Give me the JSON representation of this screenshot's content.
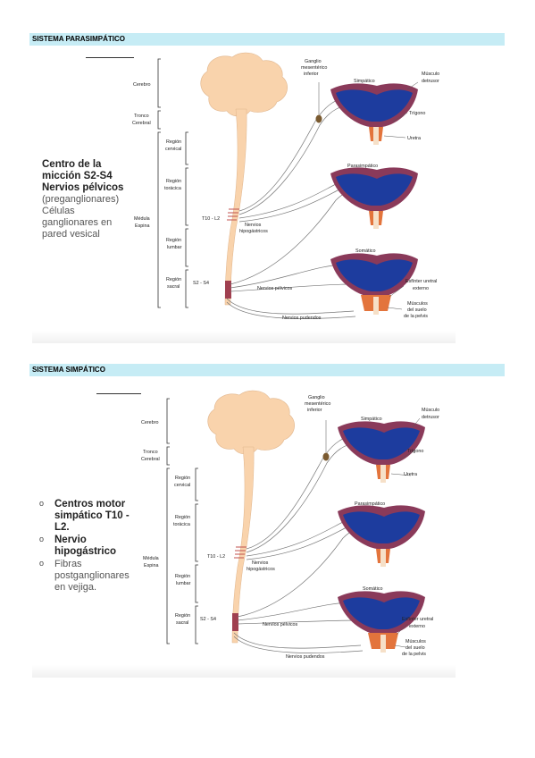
{
  "sections": [
    {
      "header": "SISTEMA PARASIMPÁTICO",
      "figure": {
        "left_labels": {
          "cerebro": "Cerebro",
          "tronco_1": "Tronco",
          "tronco_2": "Cerebral",
          "medula_1": "Médula",
          "medula_2": "Espina",
          "cervical_1": "Región",
          "cervical_2": "cervical",
          "toracica_1": "Región",
          "toracica_2": "torácica",
          "lumbar_1": "Región",
          "lumbar_2": "lumbar",
          "sacral_1": "Región",
          "sacral_2": "sacral"
        },
        "segments": {
          "t10_l2": "T10 - L2",
          "s2_s4": "S2 - S4"
        },
        "nerves": {
          "hipo_1": "Nervios",
          "hipo_2": "hipogástricos",
          "pelvicos": "Nervios pélvicos",
          "pudendos": "Nervios pudendos"
        },
        "ganglio": {
          "l1": "Ganglio",
          "l2": "mesentérico",
          "l3": "inferior"
        },
        "bladders": {
          "simpatico": "Simpático",
          "parasimpatico": "Parasimpático",
          "somatico": "Somático"
        },
        "right_labels": {
          "musculo_detrusor_1": "Músculo",
          "musculo_detrusor_2": "detrusor",
          "trigono": "Trígono",
          "uretra": "Uretra",
          "esfinter_1": "Esfínter uretral",
          "esfinter_2": "externo",
          "suelo_1": "Músculos",
          "suelo_2": "del suelo",
          "suelo_3": "de la pelvis"
        }
      },
      "text_block": {
        "line1": "Centro de la",
        "line2": "micción S2-S4",
        "line3": "Nervios pélvicos",
        "line4": "(preganglionares)",
        "line5": "Células",
        "line6": "ganglionares en",
        "line7": "pared vesical"
      }
    },
    {
      "header": "SISTEMA SIMPÁTICO",
      "figure": {
        "left_labels": {
          "cerebro": "Cerebro",
          "tronco_1": "Tronco",
          "tronco_2": "Cerebral",
          "medula_1": "Médula",
          "medula_2": "Espina",
          "cervical_1": "Región",
          "cervical_2": "cervical",
          "toracica_1": "Región",
          "toracica_2": "torácica",
          "lumbar_1": "Región",
          "lumbar_2": "lumbar",
          "sacral_1": "Región",
          "sacral_2": "sacral"
        },
        "segments": {
          "t10_l2": "T10 - L2",
          "s2_s4": "S2 - S4"
        },
        "nerves": {
          "hipo_1": "Nervios",
          "hipo_2": "hipogástricos",
          "pelvicos": "Nervios pélvicos",
          "pudendos": "Nervios pudendos"
        },
        "ganglio": {
          "l1": "Ganglio",
          "l2": "mesentérico",
          "l3": "inferior"
        },
        "bladders": {
          "simpatico": "Simpático",
          "parasimpatico": "Parasimpático",
          "somatico": "Somático"
        },
        "right_labels": {
          "musculo_detrusor_1": "Músculo",
          "musculo_detrusor_2": "detrusor",
          "trigono": "Trígono",
          "uretra": "Uretra",
          "esfinter_1": "Esfínter uretral",
          "esfinter_2": "externo",
          "suelo_1": "Músculos",
          "suelo_2": "del suelo",
          "suelo_3": "de la pelvis"
        }
      },
      "text_block": {
        "item1_l1": "Centros motor",
        "item1_l2": "simpático  T10 -",
        "item1_l3": "L2.",
        "item2_l1": "Nervio",
        "item2_l2": "hipogástrico",
        "item3_l1": "Fibras",
        "item3_l2": "postganglionares",
        "item3_l3": "en vejiga."
      }
    }
  ],
  "colors": {
    "header_bg": "#c6ecf5",
    "brain": "#f9d3ac",
    "bladder_wall": "#8a3a5a",
    "bladder_lumen": "#1d3c9e",
    "sphincter": "#e3743c"
  }
}
